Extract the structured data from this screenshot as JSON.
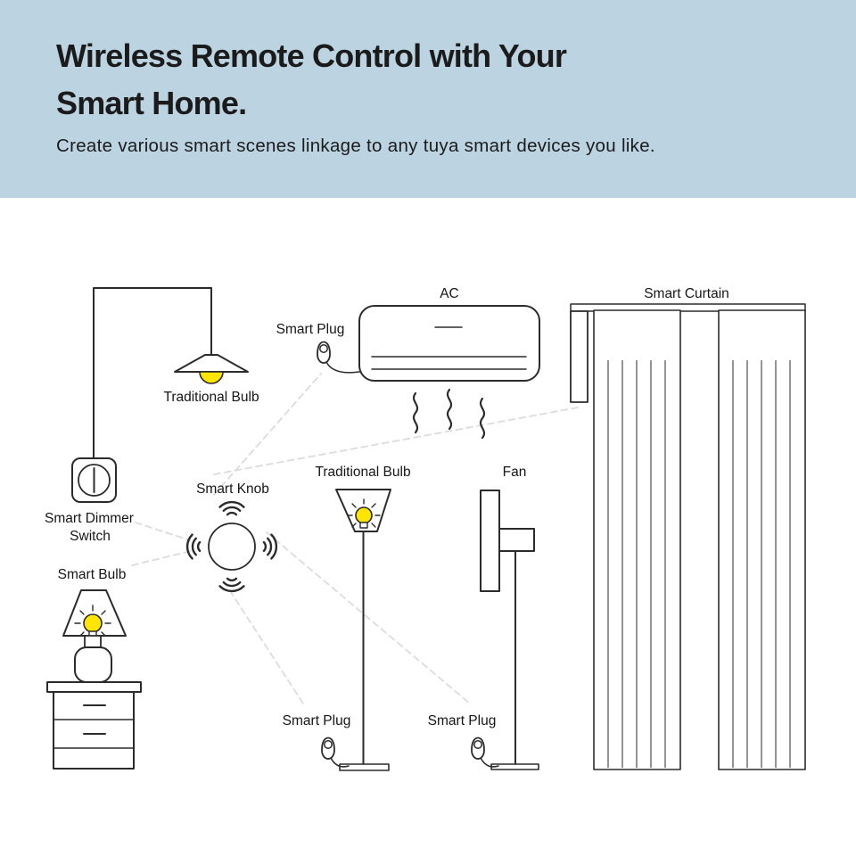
{
  "colors": {
    "header_bg": "#bcd4e2",
    "heading_text": "#1b1b1b",
    "line": "#2b2b2b",
    "dashed": "#dcdcdc",
    "bulb": "#ffe602",
    "fold": "#5a5a5a",
    "label_text": "#161616"
  },
  "header": {
    "title_line1": "Wireless Remote Control with Your",
    "title_line2": "Smart Home.",
    "subtitle": "Create various smart scenes linkage to any tuya smart devices you like."
  },
  "diagram": {
    "hub_label": "Smart Knob",
    "pendant_label": "Traditional Bulb",
    "dimmer_label1": "Smart Dimmer",
    "dimmer_label2": "Switch",
    "smart_bulb_label": "Smart Bulb",
    "ac_label": "AC",
    "ac_plug_label": "Smart Plug",
    "curtain_label": "Smart Curtain",
    "floor_lamp_label": "Traditional Bulb",
    "floor_plug_label": "Smart Plug",
    "fan_label": "Fan",
    "fan_plug_label": "Smart Plug"
  }
}
